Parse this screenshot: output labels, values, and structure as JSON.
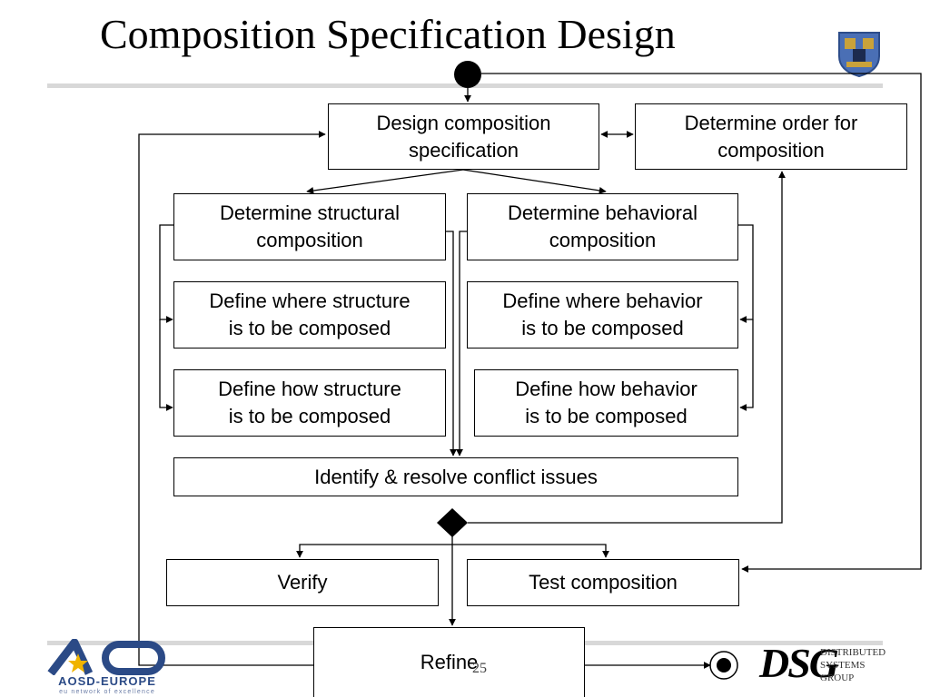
{
  "title": "Composition Specification Design",
  "nodes": {
    "design": "Design composition\nspecification",
    "order": "Determine order for\ncomposition",
    "structural": "Determine structural\ncomposition",
    "behavioral": "Determine behavioral\ncomposition",
    "where_structure": "Define where structure\nis to be composed",
    "where_behavior": "Define where behavior\nis to be composed",
    "how_structure": "Define how structure\nis to be composed",
    "how_behavior": "Define how behavior\nis to be composed",
    "conflict": "Identify & resolve conflict issues",
    "verify": "Verify",
    "test": "Test composition",
    "refine": "Refine"
  },
  "page_number": "25",
  "logos": {
    "aosd_name": "AOSD-EUROPE",
    "aosd_tagline": "eu network of excellence",
    "dsg_letters": "DSG",
    "dsg_text": "DISTRIBUTED\nSYSTEMS\nGROUP"
  },
  "colors": {
    "aosd_blue": "#2b4a86",
    "aosd_star": "#f0b400",
    "rule": "#d8d8d8"
  }
}
